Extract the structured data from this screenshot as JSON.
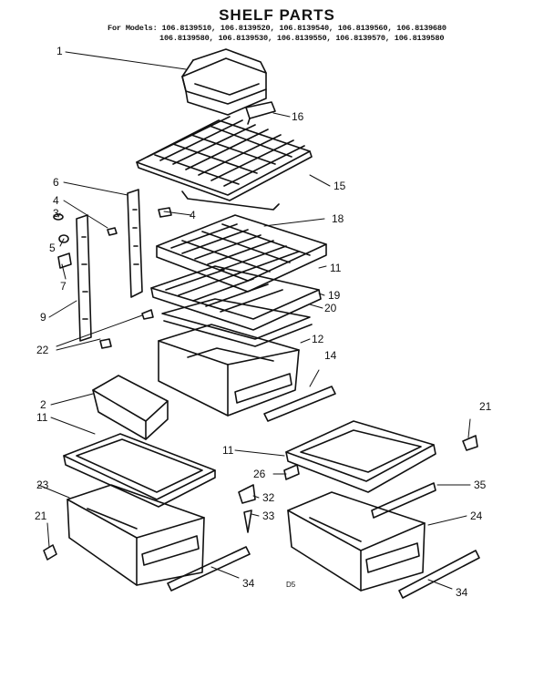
{
  "title": "SHELF PARTS",
  "models_line1": "For Models: 106.8139510, 106.8139520, 106.8139540, 106.8139560, 106.8139680",
  "models_line2": "106.8139580, 106.8139530, 106.8139550, 106.8139570, 106.8139580",
  "page_code": "D5",
  "callouts": [
    {
      "id": "c1",
      "text": "1"
    },
    {
      "id": "c16",
      "text": "16"
    },
    {
      "id": "c15",
      "text": "15"
    },
    {
      "id": "c6",
      "text": "6"
    },
    {
      "id": "c4a",
      "text": "4"
    },
    {
      "id": "c4b",
      "text": "4"
    },
    {
      "id": "c3",
      "text": "3"
    },
    {
      "id": "c5",
      "text": "5"
    },
    {
      "id": "c7",
      "text": "7"
    },
    {
      "id": "c9",
      "text": "9"
    },
    {
      "id": "c18",
      "text": "18"
    },
    {
      "id": "c11a",
      "text": "11"
    },
    {
      "id": "c19",
      "text": "19"
    },
    {
      "id": "c20",
      "text": "20"
    },
    {
      "id": "c22",
      "text": "22"
    },
    {
      "id": "c12",
      "text": "12"
    },
    {
      "id": "c14",
      "text": "14"
    },
    {
      "id": "c2",
      "text": "2"
    },
    {
      "id": "c11b",
      "text": "11"
    },
    {
      "id": "c21a",
      "text": "21"
    },
    {
      "id": "c11c",
      "text": "11"
    },
    {
      "id": "c26",
      "text": "26"
    },
    {
      "id": "c32",
      "text": "32"
    },
    {
      "id": "c33",
      "text": "33"
    },
    {
      "id": "c35",
      "text": "35"
    },
    {
      "id": "c23",
      "text": "23"
    },
    {
      "id": "c24",
      "text": "24"
    },
    {
      "id": "c21b",
      "text": "21"
    },
    {
      "id": "c34a",
      "text": "34"
    },
    {
      "id": "c34b",
      "text": "34"
    }
  ]
}
